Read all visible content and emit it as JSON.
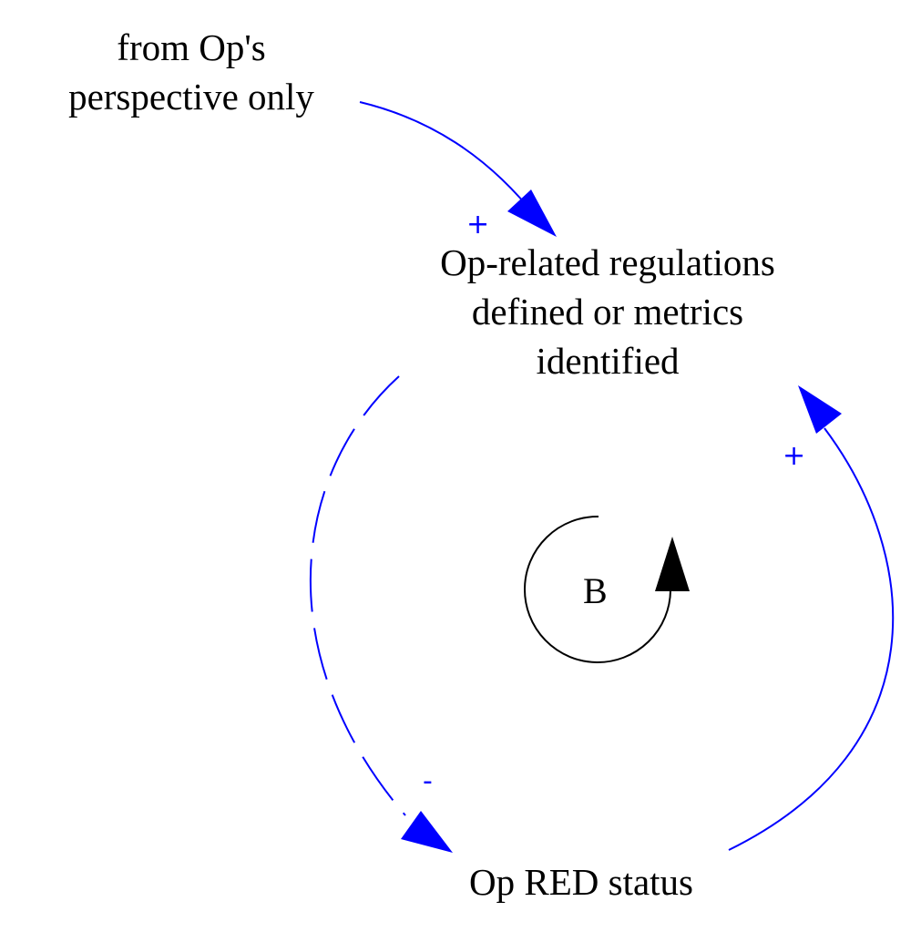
{
  "variables": {
    "perspective": {
      "lines": [
        "from Op's",
        "perspective only"
      ]
    },
    "regulations": {
      "lines": [
        "Op-related regulations",
        "defined or metrics",
        "identified"
      ]
    },
    "red_status": {
      "lines": [
        "Op RED status"
      ]
    }
  },
  "links": {
    "perspective_to_regulations": {
      "polarity": "+",
      "style": "solid"
    },
    "regulations_to_red_status": {
      "polarity": "-",
      "style": "dashed"
    },
    "red_status_to_regulations": {
      "polarity": "+",
      "style": "solid"
    }
  },
  "loop": {
    "label": "B",
    "type": "balancing"
  },
  "colors": {
    "link": "#0000ff",
    "loop_marker": "#000000",
    "text": "#000000"
  }
}
